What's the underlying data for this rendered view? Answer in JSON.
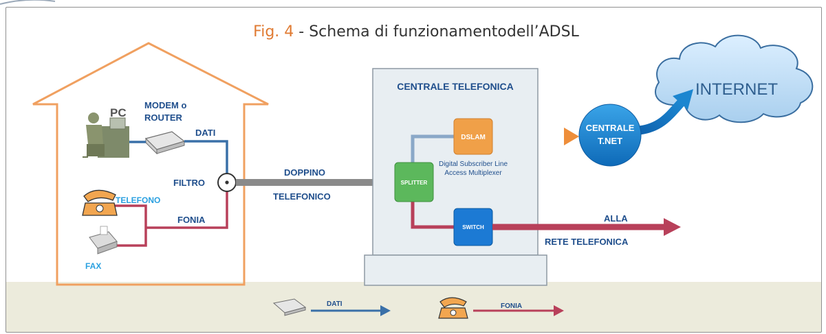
{
  "figure": {
    "label": "Fig. 4",
    "title": " - Schema di funzionamentodell’ADSL"
  },
  "home": {
    "pc": "PC",
    "modem_line1": "MODEM o",
    "modem_line2": "ROUTER",
    "dati": "DATI",
    "filtro": "FILTRO",
    "telefono": "TELEFONO",
    "fonia": "FONIA",
    "fax": "FAX"
  },
  "link": {
    "line1": "DOPPINO",
    "line2": "TELEFONICO"
  },
  "exchange": {
    "title": "CENTRALE TELEFONICA",
    "dslam": "DSLAM",
    "dslam_desc1": "Digital Subscriber Line",
    "dslam_desc2": "Access Multiplexer",
    "splitter": "SPLITTER",
    "switch": "SWITCH"
  },
  "tnet": {
    "line1": "CENTRALE",
    "line2": "T.NET"
  },
  "internet": "INTERNET",
  "rete": {
    "line1": "ALLA",
    "line2": "RETE TELEFONICA"
  },
  "legend": {
    "dati": "DATI",
    "fonia": "FONIA"
  },
  "colors": {
    "house": "#f0a060",
    "data_line": "#3a70a8",
    "voice_line": "#b8405a",
    "splitter": "#5cb85c",
    "dslam": "#f0a048",
    "switch": "#1c7ad4",
    "tnet": "#1c86d0",
    "cloud": "#c4e0f4",
    "exchange_bg": "#e8eef2",
    "footer": "#ecebdc",
    "label_blue": "#1f4e8c",
    "telefono_blue": "#2aa0e0"
  }
}
